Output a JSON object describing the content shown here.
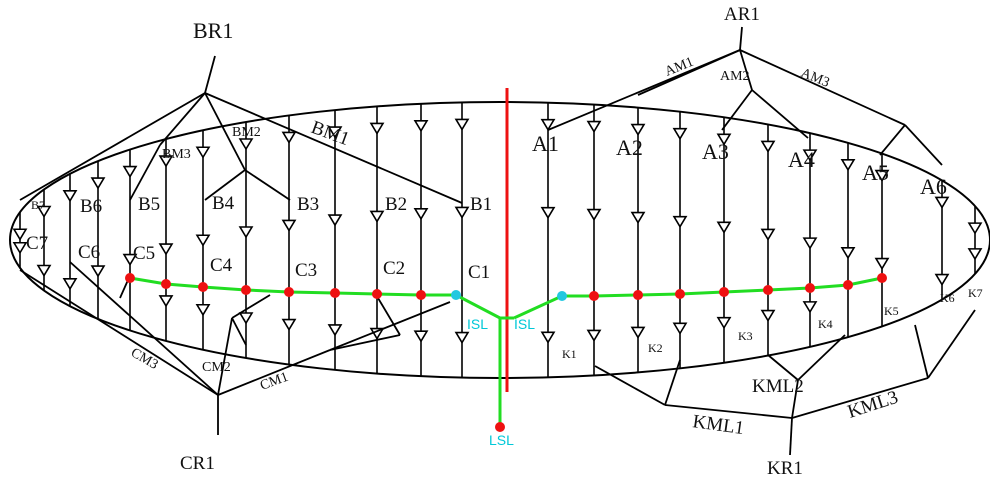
{
  "diagram": {
    "colors": {
      "lines": "#000000",
      "midline": "#ee1111",
      "path": "#22dd22",
      "nodes_red": "#ee1111",
      "nodes_cyan": "#22c8e0"
    },
    "left": {
      "root": "BR1",
      "mid": [
        "BM1",
        "BM2",
        "BM3"
      ],
      "branches": [
        "B1",
        "B2",
        "B3",
        "B4",
        "B5",
        "B6",
        "B7"
      ],
      "chain": [
        "C1",
        "C2",
        "C3",
        "C4",
        "C5",
        "C6",
        "C7"
      ],
      "lower_mid": [
        "CM1",
        "CM2",
        "CM3"
      ],
      "lower_root": "CR1"
    },
    "right": {
      "root": "AR1",
      "mid": [
        "AM1",
        "AM2",
        "AM3"
      ],
      "branches": [
        "A1",
        "A2",
        "A3",
        "A4",
        "A5",
        "A6"
      ],
      "lower": [
        "K1",
        "K2",
        "K3",
        "K4",
        "K5",
        "K6",
        "K7"
      ],
      "lower_mid": [
        "KML1",
        "KML2",
        "KML3"
      ],
      "lower_root": "KR1"
    },
    "center": {
      "isl_left": "ISL",
      "isl_right": "ISL",
      "lsl": "LSL"
    }
  }
}
